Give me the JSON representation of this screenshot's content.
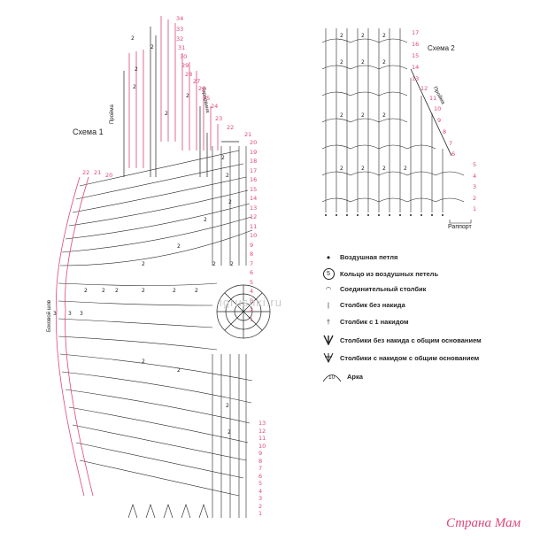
{
  "scheme1": {
    "title": "Схема 1",
    "label_armhole": "Пройма",
    "label_neck": "Горловина",
    "label_side_seam": "Боковой шов",
    "upper_row_numbers": [
      "34",
      "33",
      "32",
      "31",
      "30",
      "29",
      "28",
      "27",
      "26",
      "25",
      "24",
      "23",
      "22",
      "21"
    ],
    "right_row_numbers": [
      "20",
      "19",
      "18",
      "17",
      "16",
      "15",
      "14",
      "13",
      "12",
      "11",
      "10",
      "9",
      "8",
      "7",
      "6",
      "5",
      "4",
      "3",
      "2",
      "1"
    ],
    "bottom_row_numbers": [
      "13",
      "12",
      "11",
      "10",
      "9",
      "8",
      "7",
      "6",
      "5",
      "4",
      "3",
      "2",
      "1"
    ],
    "left_row_numbers": [
      "22",
      "21",
      "20"
    ]
  },
  "scheme2": {
    "title": "Схема 2",
    "label_armhole": "Пройма",
    "label_repeat": "Раппорт",
    "row_numbers_top": [
      "17",
      "16",
      "15",
      "14",
      "13"
    ],
    "row_numbers_slope": [
      "12",
      "11",
      "10",
      "9",
      "8",
      "7",
      "6"
    ],
    "row_numbers_bottom": [
      "5",
      "4",
      "3",
      "2",
      "1"
    ]
  },
  "legend": {
    "items": [
      {
        "symbol": "dot-icon",
        "text": "Воздушная петля"
      },
      {
        "symbol": "ring-icon",
        "glyph": "5",
        "text": "Кольцо  из воздушных петель"
      },
      {
        "symbol": "slip-stitch-icon",
        "text": "Соединительный столбик"
      },
      {
        "symbol": "single-crochet-icon",
        "text": "Столбик без накида"
      },
      {
        "symbol": "double-crochet-icon",
        "text": "Столбик с 1 накидом"
      },
      {
        "symbol": "sc-common-base-icon",
        "text": "Столбики без накида  с общим основанием"
      },
      {
        "symbol": "dc-common-base-icon",
        "text": "Столбики с накидом  с общим основанием"
      },
      {
        "symbol": "arch-icon",
        "glyph": "10",
        "text": "Арка"
      }
    ]
  },
  "watermark": {
    "site": "igrushki.ru",
    "brand": "Страна Мам"
  },
  "colors": {
    "ink": "#222222",
    "accent": "#e0457b"
  }
}
